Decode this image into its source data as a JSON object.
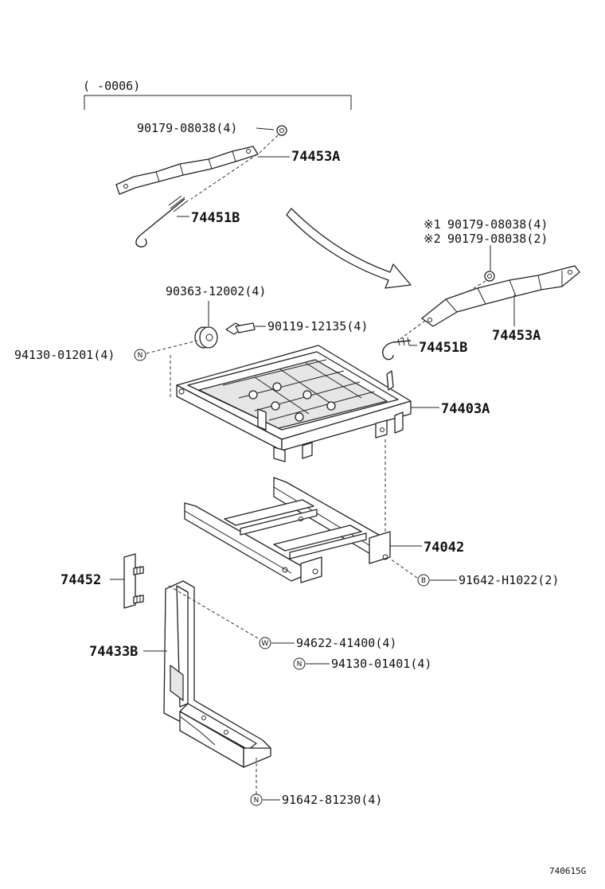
{
  "range_note": "(      -0006)",
  "catalog_code": "740615G",
  "labels": {
    "l_90179_a": "90179-08038(4)",
    "l_74453a_a": "74453A",
    "l_74451b_a": "74451B",
    "l_mark1": "※1",
    "l_mark2": "※2",
    "l_90179_b1": "90179-08038(4)",
    "l_90179_b2": "90179-08038(2)",
    "l_74453a_b": "74453A",
    "l_74451b_b": "74451B",
    "l_90363": "90363-12002(4)",
    "l_90119": "90119-12135(4)",
    "l_94130_01201": "94130-01201(4)",
    "l_74403a": "74403A",
    "l_74042": "74042",
    "l_91642_h": "91642-H1022(2)",
    "l_74452": "74452",
    "l_94622": "94622-41400(4)",
    "l_74433b": "74433B",
    "l_94130_01401": "94130-01401(4)",
    "l_91642_8": "91642-81230(4)"
  },
  "markers": {
    "n": "N",
    "b": "B",
    "w": "W"
  }
}
